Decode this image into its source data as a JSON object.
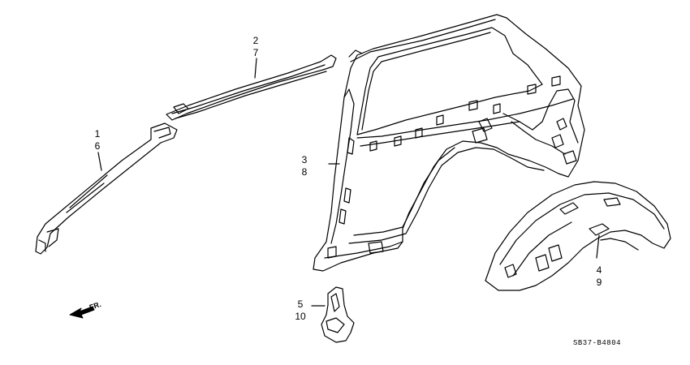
{
  "diagram": {
    "parts": [
      {
        "id": "a-pillar-inner",
        "refs": [
          "1",
          "6"
        ]
      },
      {
        "id": "roof-side-rail",
        "refs": [
          "2",
          "7"
        ]
      },
      {
        "id": "quarter-panel-inner",
        "refs": [
          "3",
          "8"
        ]
      },
      {
        "id": "wheelhouse-inner",
        "refs": [
          "4",
          "9"
        ]
      },
      {
        "id": "bracket",
        "refs": [
          "5",
          "10"
        ]
      }
    ],
    "direction_label": "FR.",
    "drawing_code": "SB37-B4804"
  }
}
